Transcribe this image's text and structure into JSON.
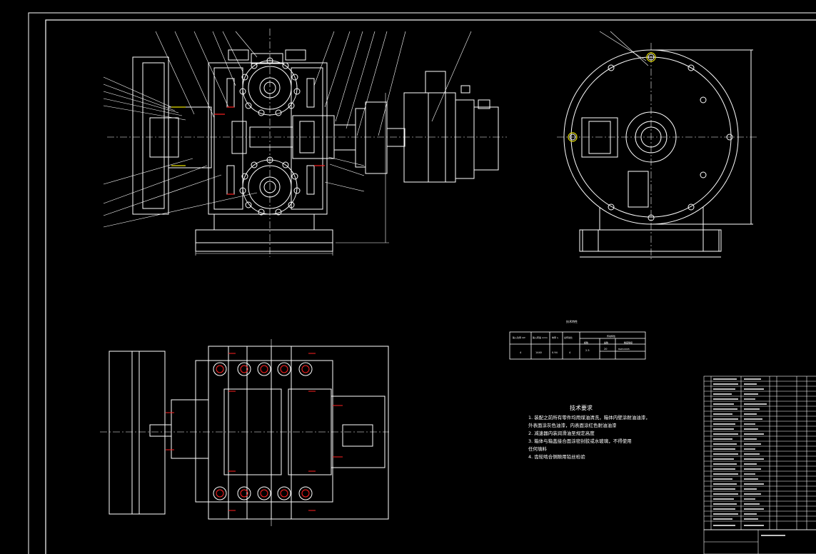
{
  "viewer": {
    "background": "#000000",
    "line_color": "#ffffff",
    "center_line_color": "#ffffff",
    "accent_red": "#ff2020",
    "fastener_yellow": "#e8e000"
  },
  "tech_requirements": {
    "title": "技术要求",
    "lines": [
      "1. 装配之前所有零件均用煤油清洗，箱体内壁涂耐油油漆，",
      "   外表面涂灰色油漆，内表面涂红色耐油油漆",
      "2. 减速器内装润滑油至规定高度",
      "3. 箱体与箱盖接合面涂密封胶或水玻璃，不得使用",
      "   任何填料",
      "4. 齿轮啮合侧隙用铅丝检验"
    ]
  },
  "spec_table": {
    "title": "技术特性",
    "headers": [
      "输入功率 kW",
      "输入转速 r/min",
      "效率 η",
      "总传动比",
      "传动特性"
    ],
    "sub_headers": [
      "模数",
      "齿数",
      "精度等级"
    ],
    "row": [
      "4",
      "1440",
      "0.94",
      "4",
      "2.5",
      "20",
      "8GB10095"
    ]
  }
}
